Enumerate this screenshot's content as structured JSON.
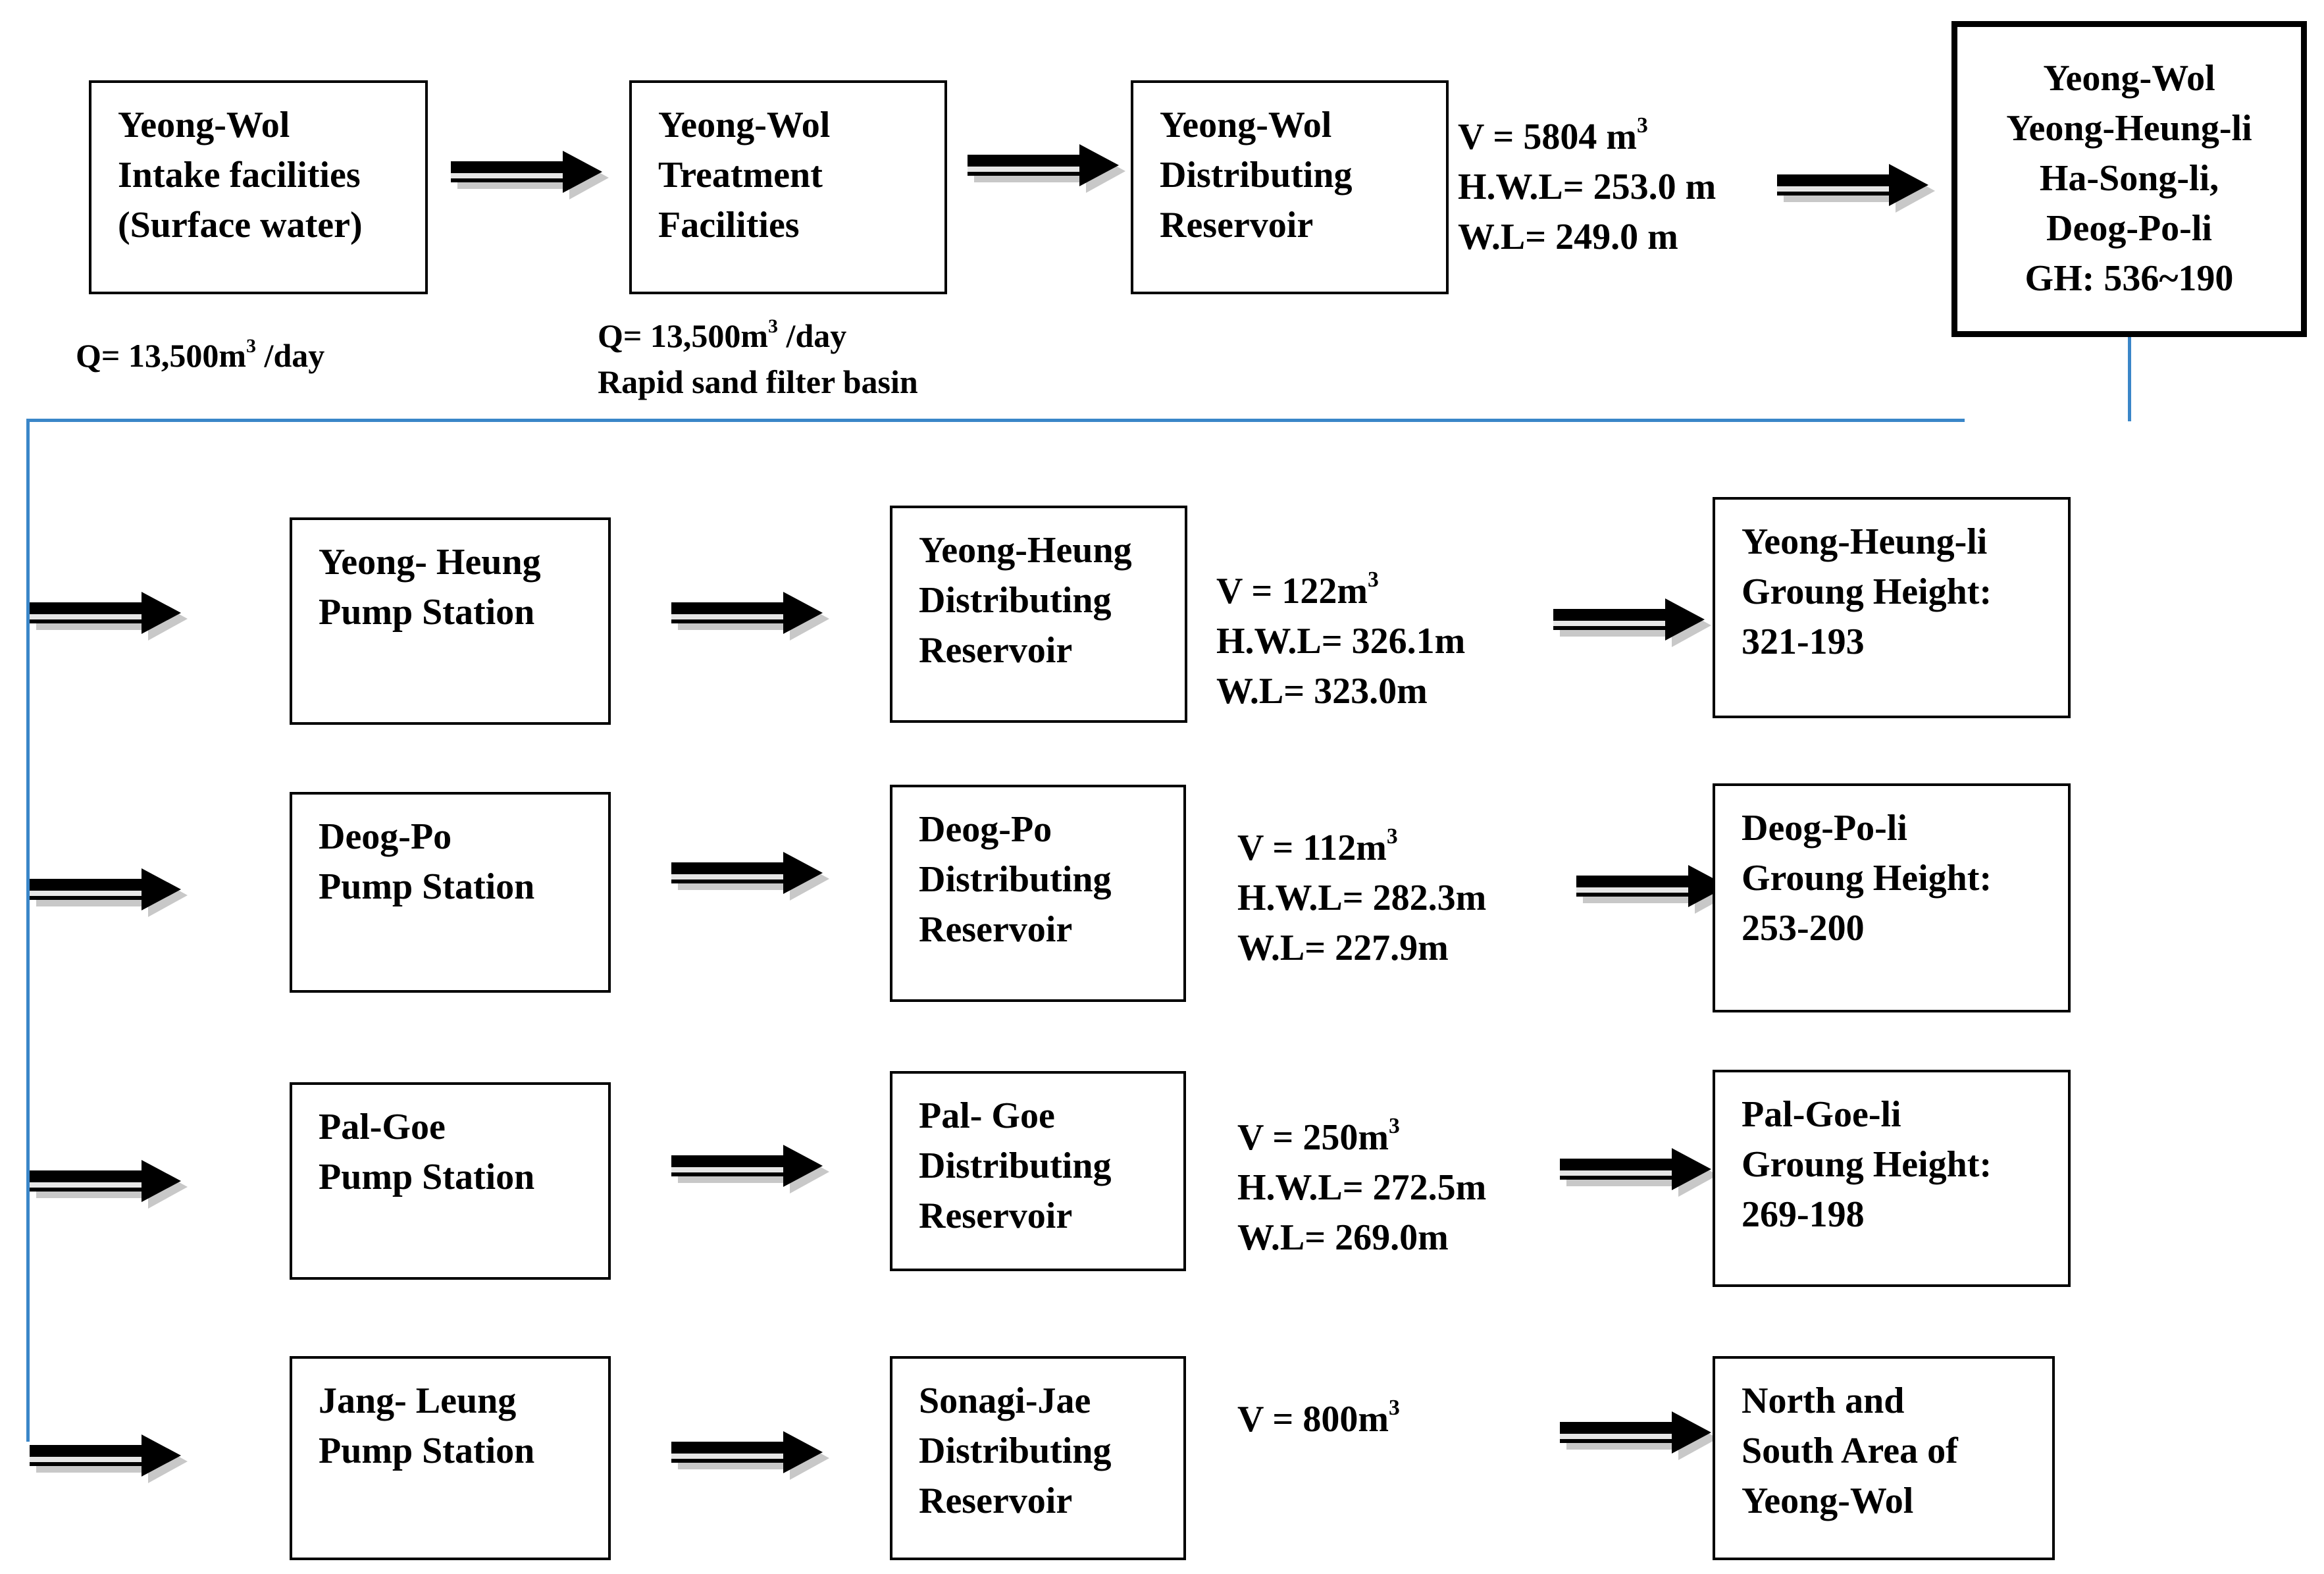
{
  "top_row": {
    "intake": {
      "lines": [
        "Yeong-Wol",
        "Intake facilities",
        "(Surface water)"
      ]
    },
    "intake_note": {
      "prefix": "Q= 13,500m",
      "sup": "3",
      "suffix": " /day"
    },
    "treatment": {
      "lines": [
        "Yeong-Wol",
        "Treatment",
        "Facilities"
      ]
    },
    "treatment_note": {
      "prefix": "Q= 13,500m",
      "sup": "3",
      "suffix": " /day",
      "line2": "Rapid sand filter basin"
    },
    "distributing": {
      "lines": [
        "Yeong-Wol",
        "Distributing",
        "Reservoir"
      ]
    },
    "distributing_specs": {
      "v_prefix": "V = 5804 m",
      "v_sup": "3",
      "hwl": "H.W.L= 253.0 m",
      "wl": "W.L= 249.0 m"
    },
    "destination": {
      "lines": [
        "Yeong-Wol",
        "Yeong-Heung-li",
        "Ha-Song-li,",
        "Deog-Po-li",
        "GH: 536~190"
      ]
    }
  },
  "rows": [
    {
      "pump": [
        "Yeong- Heung",
        "Pump Station"
      ],
      "reservoir": [
        "Yeong-Heung",
        "Distributing",
        "Reservoir"
      ],
      "specs": {
        "v_prefix": "V = 122m",
        "v_sup": "3",
        "hwl": "H.W.L= 326.1m",
        "wl": "W.L= 323.0m"
      },
      "area": [
        "Yeong-Heung-li",
        "Groung Height:",
        "321-193"
      ]
    },
    {
      "pump": [
        "Deog-Po",
        "Pump Station"
      ],
      "reservoir": [
        "Deog-Po",
        "Distributing",
        "Reservoir"
      ],
      "specs": {
        "v_prefix": "V = 112m",
        "v_sup": "3",
        "hwl": "H.W.L= 282.3m",
        "wl": "W.L= 227.9m"
      },
      "area": [
        "Deog-Po-li",
        "Groung Height:",
        "253-200"
      ]
    },
    {
      "pump": [
        "Pal-Goe",
        "Pump Station"
      ],
      "reservoir": [
        "Pal- Goe",
        "Distributing",
        "Reservoir"
      ],
      "specs": {
        "v_prefix": "V = 250m",
        "v_sup": "3",
        "hwl": "H.W.L= 272.5m",
        "wl": "W.L= 269.0m"
      },
      "area": [
        "Pal-Goe-li",
        "Groung Height:",
        "269-198"
      ]
    },
    {
      "pump": [
        "Jang- Leung",
        "Pump Station"
      ],
      "reservoir": [
        "Sonagi-Jae",
        "Distributing",
        "Reservoir"
      ],
      "specs": {
        "v_prefix": "V =  800m",
        "v_sup": "3",
        "hwl": "",
        "wl": ""
      },
      "area": [
        "North and",
        "South Area of",
        "Yeong-Wol"
      ]
    }
  ],
  "colors": {
    "connector": "#3a86c8",
    "arrow": "#000000",
    "arrow_shadow": "#c8c8c8"
  },
  "icons": {
    "arrow": "right-arrow-icon"
  }
}
